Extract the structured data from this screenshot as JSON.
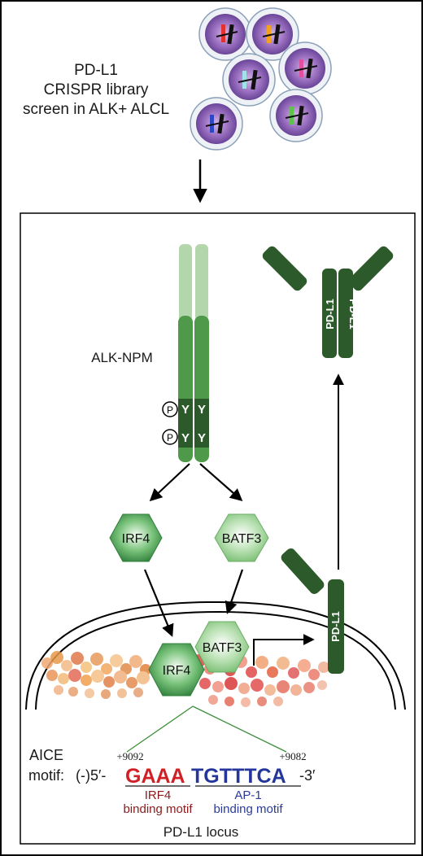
{
  "title_block": {
    "line1": "PD-L1",
    "line2": "CRISPR library",
    "line3": "screen in ALK+ ALCL"
  },
  "receptor": {
    "label": "ALK-NPM",
    "phospho_mark": "P",
    "tyrosine": "Y"
  },
  "transcription_factors": {
    "irf4": "IRF4",
    "batf3": "BATF3"
  },
  "pdl1_protein": {
    "label": "PD-L1"
  },
  "aice_motif": {
    "label_line1": "AICE",
    "label_line2": "motif:",
    "prefix": "(-)5′-",
    "irf4_part": "GAAA",
    "ap1_part": "TGTTTCA",
    "suffix": "-3′",
    "pos_left": "+9092",
    "pos_right": "+9082",
    "irf4_name": "IRF4",
    "irf4_sub": "binding motif",
    "ap1_name": "AP-1",
    "ap1_sub": "binding motif"
  },
  "locus_label": "PD-L1 locus",
  "colors": {
    "dark_green": "#2c5a2a",
    "mid_green": "#4e9a4a",
    "light_green": "#b8d8b2",
    "hex_dark": "#3e8f48",
    "hex_light": "#98cf92",
    "irf4_red": "#d21f26",
    "ap1_blue": "#24359b",
    "motif_red_text": "#8b1a1a",
    "motif_blue_text": "#2a3b9c"
  }
}
